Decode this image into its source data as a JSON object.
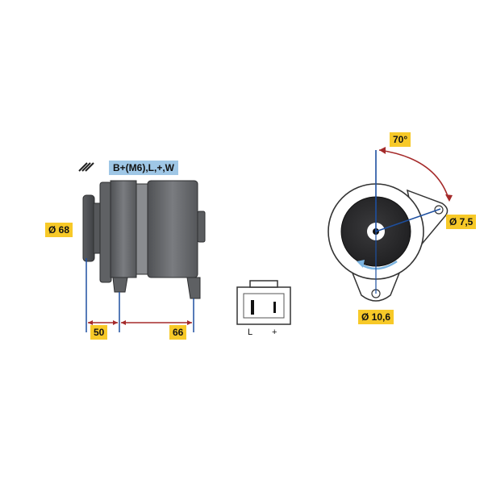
{
  "connector_label": "B+(M6),L,+,W",
  "dimensions": {
    "pulley_diameter": "Ø 68",
    "length_front": "50",
    "length_rear": "66",
    "mount_angle": "70°",
    "mount_hole_upper": "Ø 7,5",
    "mount_hole_lower": "Ø 10,6"
  },
  "plug": {
    "left_pin": "L",
    "right_pin": "+"
  },
  "colors": {
    "label_yellow": "#f7c928",
    "label_blue": "#9fc7e6",
    "dimension_blue": "#1d4fa0",
    "dimension_red": "#a52a2a",
    "body_gray": "#6a6c6f",
    "rotation_arrow": "#7ab3e0"
  }
}
